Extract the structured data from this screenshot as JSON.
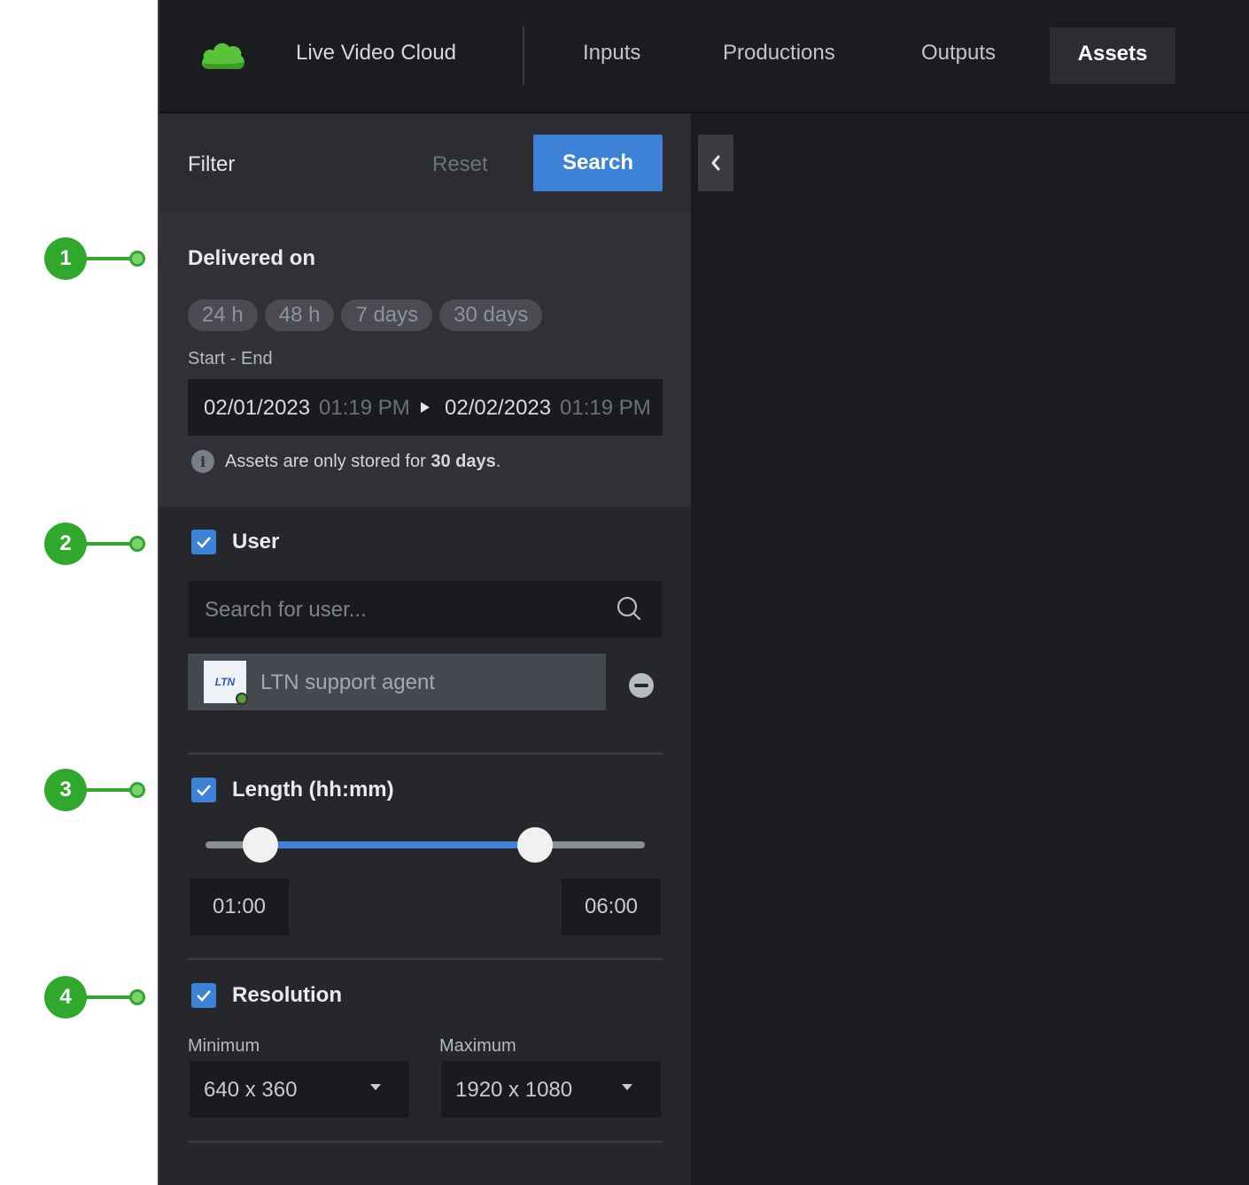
{
  "callouts": [
    "1",
    "2",
    "3",
    "4"
  ],
  "app": {
    "title": "Live Video Cloud",
    "logo_icon": "cloud-icon",
    "brand_color": "#59c33a",
    "nav": [
      "Inputs",
      "Productions",
      "Outputs",
      "Assets"
    ],
    "active_nav": "Assets"
  },
  "filter": {
    "label": "Filter",
    "reset_label": "Reset",
    "search_label": "Search",
    "accent_color": "#3d82d6"
  },
  "delivered": {
    "title": "Delivered on",
    "presets": [
      "24 h",
      "48 h",
      "7 days",
      "30 days"
    ],
    "range_label": "Start - End",
    "start_date": "02/01/2023",
    "start_time": "01:19 PM",
    "end_date": "02/02/2023",
    "end_time": "01:19 PM",
    "info_prefix": "Assets are only stored for ",
    "info_bold": "30 days",
    "info_suffix": "."
  },
  "user": {
    "title": "User",
    "checked": true,
    "search_placeholder": "Search for user...",
    "selected_user": "LTN support agent",
    "avatar_text": "LTN"
  },
  "length": {
    "title": "Length (hh:mm)",
    "checked": true,
    "min": "01:00",
    "max": "06:00",
    "range_fraction": [
      0.125,
      0.75
    ]
  },
  "resolution": {
    "title": "Resolution",
    "checked": true,
    "min_label": "Minimum",
    "max_label": "Maximum",
    "min_value": "640 x 360",
    "max_value": "1920 x 1080"
  }
}
